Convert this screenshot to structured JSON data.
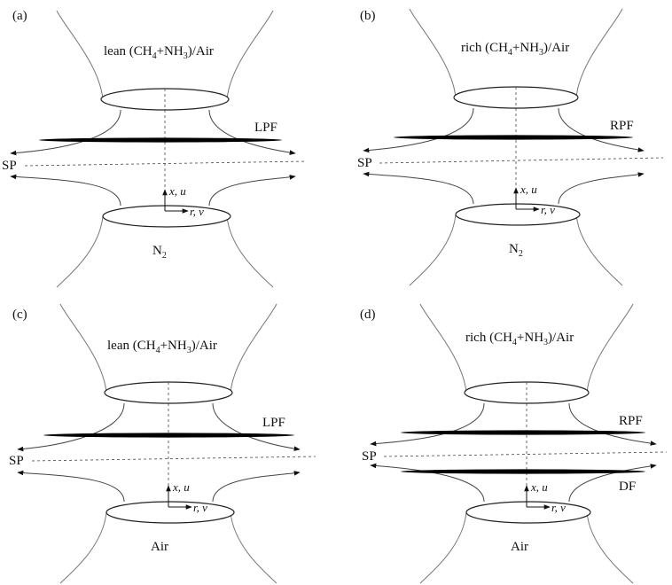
{
  "panels": [
    {
      "tag": "(a)",
      "top_stream": {
        "prefix": "lean (CH",
        "sub1": "4",
        "mid": "+NH",
        "sub2": "3",
        "suffix": ")/Air"
      },
      "bottom_stream": {
        "base": "N",
        "sub": "2"
      },
      "flames": [
        "LPF"
      ],
      "stagnation_label": "SP",
      "axis_x": "x, u",
      "axis_r": "r, v"
    },
    {
      "tag": "(b)",
      "top_stream": {
        "prefix": "rich (CH",
        "sub1": "4",
        "mid": "+NH",
        "sub2": "3",
        "suffix": ")/Air"
      },
      "bottom_stream": {
        "base": "N",
        "sub": "2"
      },
      "flames": [
        "RPF"
      ],
      "stagnation_label": "SP",
      "axis_x": "x, u",
      "axis_r": "r, v"
    },
    {
      "tag": "(c)",
      "top_stream": {
        "prefix": "lean (CH",
        "sub1": "4",
        "mid": "+NH",
        "sub2": "3",
        "suffix": ")/Air"
      },
      "bottom_stream": {
        "base": "Air",
        "sub": ""
      },
      "flames": [
        "LPF"
      ],
      "stagnation_label": "SP",
      "axis_x": "x, u",
      "axis_r": "r, v"
    },
    {
      "tag": "(d)",
      "top_stream": {
        "prefix": "rich (CH",
        "sub1": "4",
        "mid": "+NH",
        "sub2": "3",
        "suffix": ")/Air"
      },
      "bottom_stream": {
        "base": "Air",
        "sub": ""
      },
      "flames": [
        "RPF",
        "DF"
      ],
      "stagnation_label": "SP",
      "axis_x": "x, u",
      "axis_r": "r, v"
    }
  ]
}
